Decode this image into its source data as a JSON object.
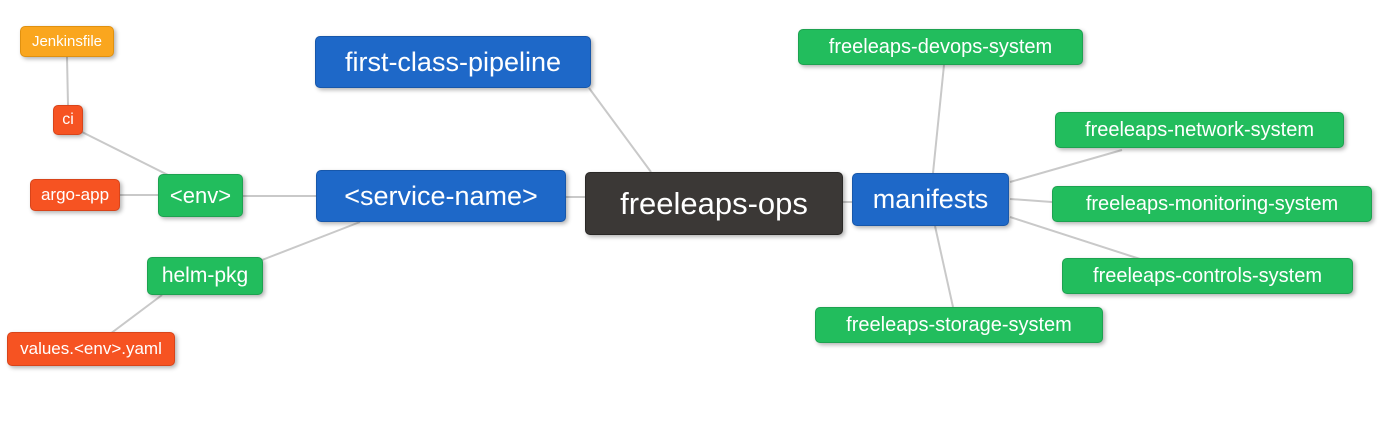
{
  "diagram": {
    "nodes": [
      {
        "id": "jenkinsfile",
        "label": "Jenkinsfile",
        "color": "orange"
      },
      {
        "id": "ci",
        "label": "ci",
        "color": "red"
      },
      {
        "id": "argo-app",
        "label": "argo-app",
        "color": "red"
      },
      {
        "id": "env",
        "label": "<env>",
        "color": "green"
      },
      {
        "id": "helm-pkg",
        "label": "helm-pkg",
        "color": "green"
      },
      {
        "id": "values-env-yaml",
        "label": "values.<env>.yaml",
        "color": "red"
      },
      {
        "id": "first-class-pipeline",
        "label": "first-class-pipeline",
        "color": "blue"
      },
      {
        "id": "service-name",
        "label": "<service-name>",
        "color": "blue"
      },
      {
        "id": "freeleaps-ops",
        "label": "freeleaps-ops",
        "color": "dark"
      },
      {
        "id": "manifests",
        "label": "manifests",
        "color": "blue"
      },
      {
        "id": "freeleaps-devops-system",
        "label": "freeleaps-devops-system",
        "color": "green"
      },
      {
        "id": "freeleaps-network-system",
        "label": "freeleaps-network-system",
        "color": "green"
      },
      {
        "id": "freeleaps-monitoring-system",
        "label": "freeleaps-monitoring-system",
        "color": "green"
      },
      {
        "id": "freeleaps-controls-system",
        "label": "freeleaps-controls-system",
        "color": "green"
      },
      {
        "id": "freeleaps-storage-system",
        "label": "freeleaps-storage-system",
        "color": "green"
      }
    ],
    "edges": [
      {
        "from": "jenkinsfile",
        "to": "ci"
      },
      {
        "from": "ci",
        "to": "env"
      },
      {
        "from": "argo-app",
        "to": "env"
      },
      {
        "from": "env",
        "to": "service-name"
      },
      {
        "from": "service-name",
        "to": "helm-pkg"
      },
      {
        "from": "helm-pkg",
        "to": "values-env-yaml"
      },
      {
        "from": "service-name",
        "to": "freeleaps-ops"
      },
      {
        "from": "first-class-pipeline",
        "to": "freeleaps-ops"
      },
      {
        "from": "freeleaps-ops",
        "to": "manifests"
      },
      {
        "from": "manifests",
        "to": "freeleaps-devops-system"
      },
      {
        "from": "manifests",
        "to": "freeleaps-network-system"
      },
      {
        "from": "manifests",
        "to": "freeleaps-monitoring-system"
      },
      {
        "from": "manifests",
        "to": "freeleaps-controls-system"
      },
      {
        "from": "manifests",
        "to": "freeleaps-storage-system"
      }
    ],
    "colors": {
      "blue": "#1e68c8",
      "green": "#22bd5d",
      "orange": "#faa61e",
      "red": "#f65322",
      "dark": "#3b3836",
      "edge": "#c9c9c9",
      "background": "#ffffff",
      "text": "#ffffff"
    }
  }
}
